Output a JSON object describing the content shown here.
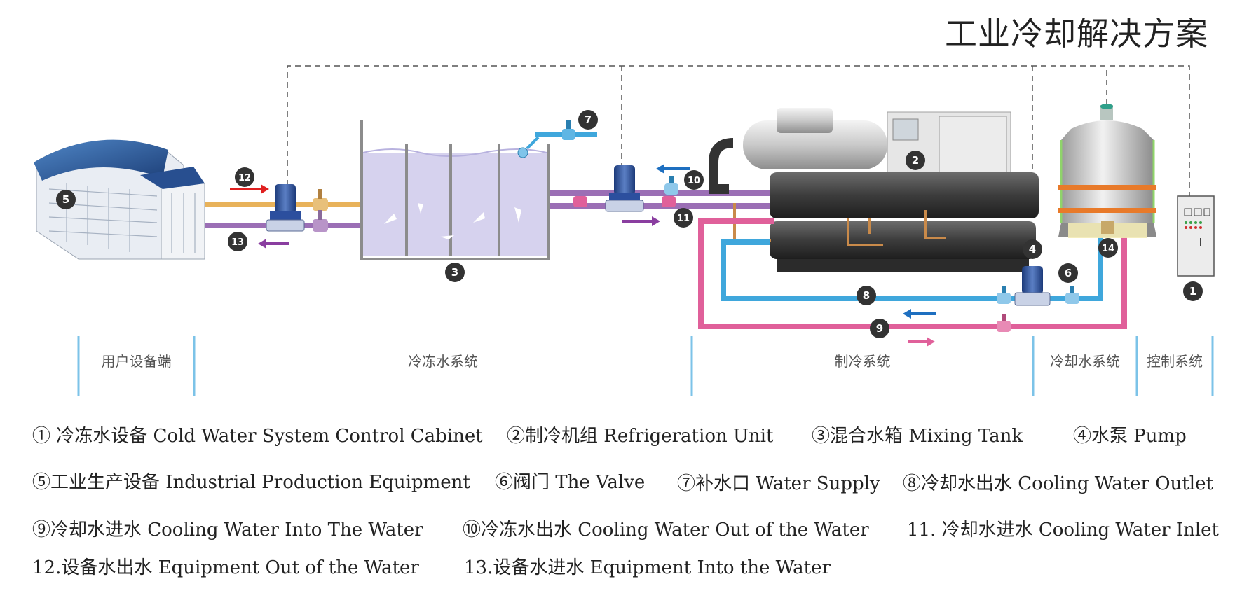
{
  "title": "工业冷却解决方案",
  "badges": [
    "1",
    "2",
    "3",
    "4",
    "5",
    "6",
    "7",
    "8",
    "9",
    "10",
    "11",
    "12",
    "13",
    "14"
  ],
  "sections": {
    "user": "用户设备端",
    "chilled": "冷冻水系统",
    "refrigeration": "制冷系统",
    "cooling": "冷却水系统",
    "control": "控制系统"
  },
  "legend": {
    "item1": "① 冷冻水设备 Cold Water System Control Cabinet",
    "item2": "②制冷机组 Refrigeration Unit",
    "item3": "③混合水箱 Mixing Tank",
    "item4": "④水泵 Pump",
    "item5": "⑤工业生产设备 Industrial Production Equipment",
    "item6": "⑥阀门 The Valve",
    "item7": "⑦补水口 Water Supply",
    "item8": "⑧冷却水出水 Cooling Water Outlet",
    "item9": "⑨冷却水进水 Cooling Water Into The Water",
    "item10": "⑩冷冻水出水 Cooling Water Out of the Water",
    "item11": "11. 冷却水进水 Cooling Water Inlet",
    "item12": "12.设备水出水 Equipment Out of the Water",
    "item13": "13.设备水进水 Equipment Into the Water"
  },
  "colors": {
    "chilled_out_pipe": "#e8b25a",
    "chilled_in_pipe": "#9b6fb5",
    "cooling_out_pipe": "#3fa7dc",
    "cooling_in_pipe": "#e0609a",
    "pump_blue": "#2c4f9e",
    "tank_water": "#d6d2ee",
    "badge": "#333333",
    "divider": "#7cc3e8",
    "arrow_red": "#e02020",
    "arrow_purple": "#8a3ea0",
    "arrow_blue": "#1e6fc0",
    "arrow_pink": "#e0609a"
  }
}
